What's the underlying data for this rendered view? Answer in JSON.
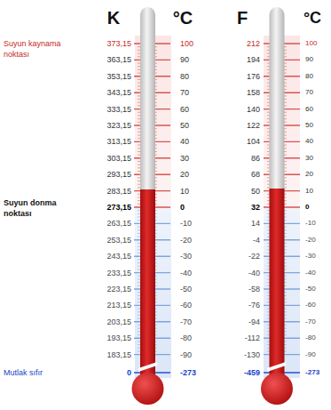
{
  "diagram": {
    "labels": [
      "K",
      "°C",
      "F",
      "°C",
      "Suyun kaynama noktası",
      "Suyun donma noktası",
      "Mutlak sıfır",
      "373,15",
      "363,15",
      "353,15",
      "343,15",
      "333,15",
      "323,15",
      "313,15",
      "303,15",
      "293,15",
      "283,15",
      "273,15",
      "263,15",
      "253,15",
      "243,15",
      "233,15",
      "223,15",
      "213,15",
      "203,15",
      "193,15",
      "183,15",
      "0",
      "100",
      "90",
      "80",
      "70",
      "60",
      "50",
      "40",
      "30",
      "20",
      "10",
      "0",
      "-10",
      "-20",
      "-30",
      "-40",
      "-50",
      "-60",
      "-70",
      "-80",
      "-90",
      "-273",
      "212",
      "194",
      "176",
      "158",
      "140",
      "122",
      "104",
      "86",
      "68",
      "50",
      "32",
      "14",
      "-4",
      "-22",
      "-40",
      "-58",
      "-76",
      "-94",
      "-112",
      "-130",
      "-459",
      "100",
      "90",
      "80",
      "70",
      "60",
      "50",
      "40",
      "30",
      "20",
      "10",
      "0",
      "-10",
      "-20",
      "-30",
      "-40",
      "-50",
      "-60",
      "-70",
      "-80",
      "-90",
      "-273"
    ]
  }
}
